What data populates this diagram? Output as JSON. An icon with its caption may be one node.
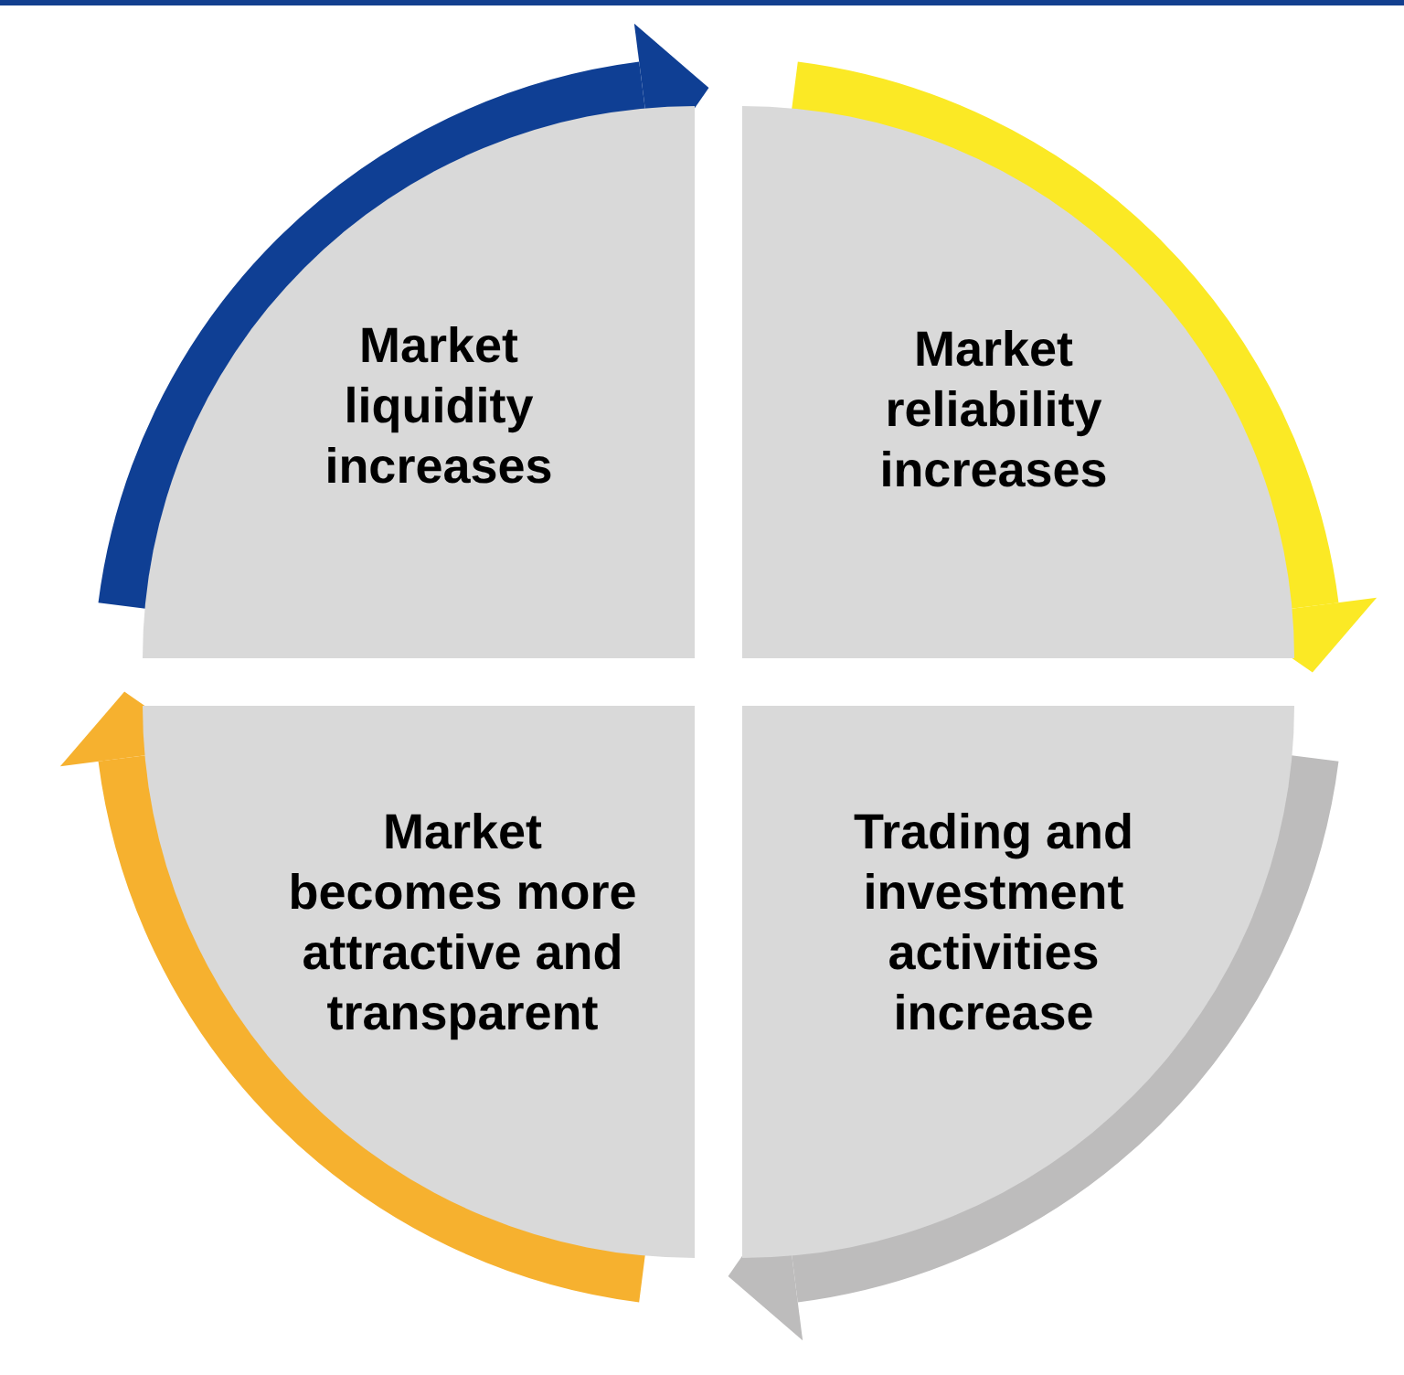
{
  "diagram": {
    "nodes": [
      {
        "text": [
          "Market liquidity increases"
        ]
      },
      {
        "text": [
          "Market reliability increases"
        ]
      },
      {
        "text": [
          "Market becomes more attractive and transparent"
        ]
      },
      {
        "text": [
          "Trading and investment activities increase"
        ]
      }
    ],
    "edges": [
      {
        "from": 0,
        "to": 1,
        "arrow": "to",
        "color": "#0f3f94"
      },
      {
        "from": 1,
        "to": 3,
        "arrow": "to",
        "color": "#fbe925"
      },
      {
        "from": 3,
        "to": 2,
        "arrow": "to",
        "color": "#bdbcbc"
      },
      {
        "from": 2,
        "to": 0,
        "arrow": "to",
        "color": "#f6b12f"
      }
    ]
  }
}
